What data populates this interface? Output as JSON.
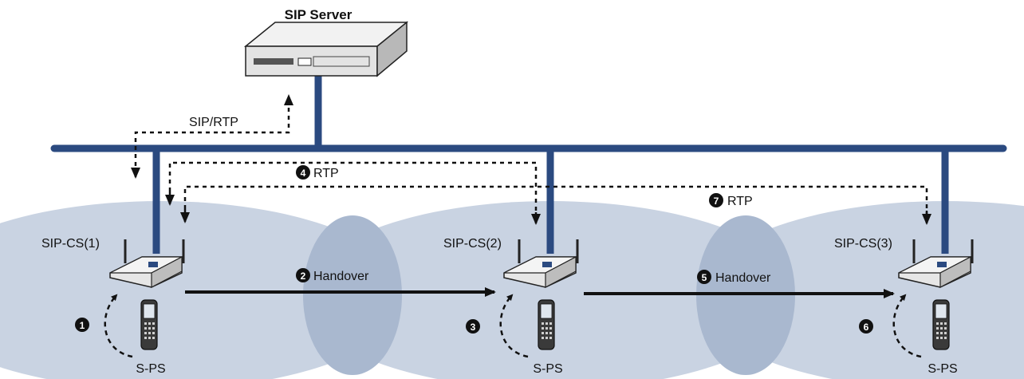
{
  "server": {
    "label": "SIP Server"
  },
  "link_label": "SIP/RTP",
  "stations": [
    {
      "label": "SIP-CS(1)",
      "handset_label": "S-PS",
      "step": "1"
    },
    {
      "label": "SIP-CS(2)",
      "handset_label": "S-PS",
      "step": "3"
    },
    {
      "label": "SIP-CS(3)",
      "handset_label": "S-PS",
      "step": "6"
    }
  ],
  "handovers": [
    {
      "step": "2",
      "label": "Handover"
    },
    {
      "step": "5",
      "label": "Handover"
    }
  ],
  "rtp_paths": [
    {
      "step": "4",
      "label": "RTP"
    },
    {
      "step": "7",
      "label": "RTP"
    }
  ],
  "colors": {
    "network_line": "#2b4a80",
    "coverage_fill": "#c9d3e2",
    "overlap_fill": "#a9b8cf",
    "arrow": "#111111"
  }
}
